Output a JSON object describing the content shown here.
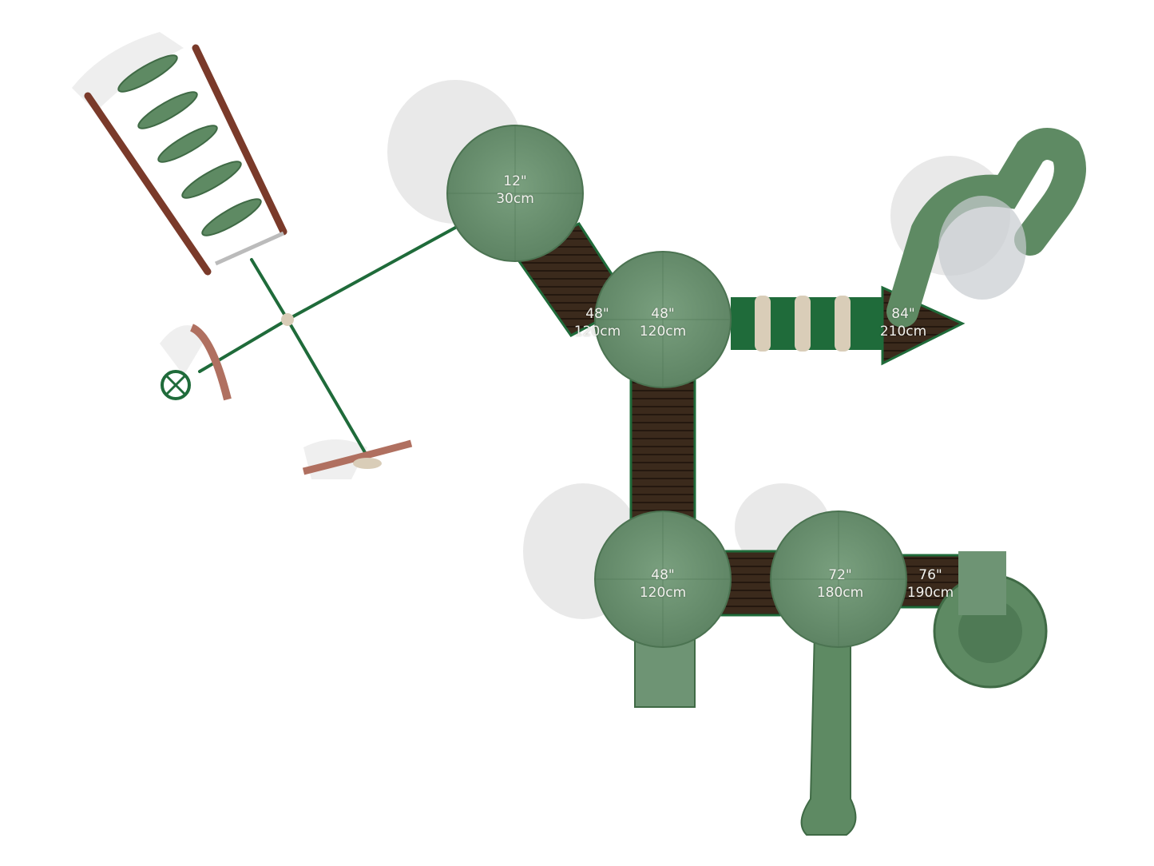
{
  "colors": {
    "roof_green": "#6e9474",
    "roof_green_dark": "#5a7f60",
    "deck_brown": "#3b2a1c",
    "frame_green": "#1f6b3a",
    "post_brown": "#7a3a2a",
    "tan": "#d9cdb8",
    "shadow": "#e6e6e6"
  },
  "platforms": [
    {
      "id": "p1",
      "height_in": "12\"",
      "height_cm": "30cm"
    },
    {
      "id": "p2",
      "height_in": "48\"",
      "height_cm": "120cm"
    },
    {
      "id": "p3",
      "height_in": "48\"",
      "height_cm": "120cm"
    },
    {
      "id": "p4",
      "height_in": "84\"",
      "height_cm": "210cm"
    },
    {
      "id": "p5",
      "height_in": "48\"",
      "height_cm": "120cm"
    },
    {
      "id": "p6",
      "height_in": "72\"",
      "height_cm": "180cm"
    },
    {
      "id": "p7",
      "height_in": "76\"",
      "height_cm": "190cm"
    }
  ]
}
